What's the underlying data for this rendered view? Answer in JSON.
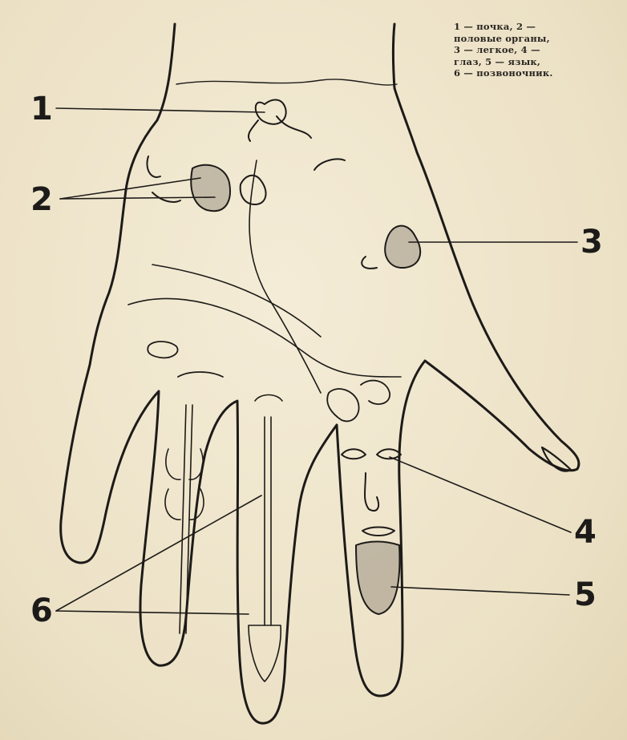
{
  "legend": {
    "lines": [
      "1 — почка, 2 —",
      "половые органы,",
      "3 — легкое, 4 —",
      "глаз, 5 — язык,",
      "6 — позвоночник."
    ]
  },
  "callouts": {
    "kidney": "1",
    "genitals": "2",
    "lung": "3",
    "eye": "4",
    "tongue": "5",
    "spine": "6"
  },
  "colors": {
    "paper": "#efe6cf",
    "ink": "#1d1b19",
    "shade": "#6a625a"
  }
}
